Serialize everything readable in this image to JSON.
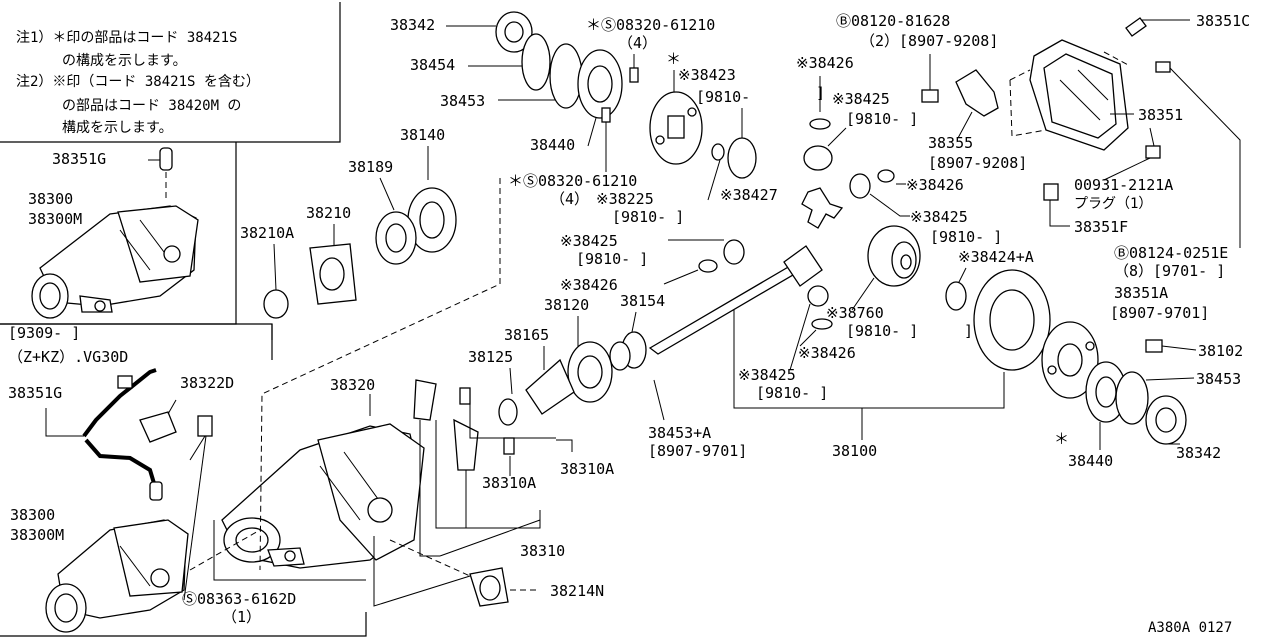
{
  "notes": [
    "注1）＊印の部品はコード 38421S",
    "の構成を示します。",
    "注2）※印（コード 38421S を含む）",
    "の部品はコード 38420M の",
    "構成を示します。"
  ],
  "parts": {
    "p38342_top": "38342",
    "p38454": "38454",
    "p38453_top": "38453",
    "p38440_top": "38440",
    "p08320_top": "＊Ⓢ08320-61210",
    "p08320_top_qty": "（4）",
    "p38423": "※38423",
    "p38423_date": "[9810-",
    "p08320_mid": "＊Ⓢ08320-61210",
    "p08320_mid_qty": "（4）",
    "p38225": "※38225",
    "p38225_date": "[9810-     ]",
    "p38427": "※38427",
    "p08120": "Ⓑ08120-81628",
    "p08120_qty": "（2）[8907-9208]",
    "p38426_top": "※38426",
    "p38425_top": "※38425",
    "p38425_top_date": "[9810-      ]",
    "p38355": "38355",
    "p38355_date": "[8907-9208]",
    "p38351C": "38351C",
    "p38351": "38351",
    "p00931": "00931-2121A",
    "p00931_sub": "プラグ（1）",
    "p38351F": "38351F",
    "p38426_r": "※38426",
    "p38425_r": "※38425",
    "p38425_r_date": "[9810-      ]",
    "p38424": "※38424+A",
    "p08124": "Ⓑ08124-0251E",
    "p08124_qty": "（8）[9701-      ]",
    "p38351A": "38351A",
    "p38351A_date": "[8907-9701]",
    "p38140": "38140",
    "p38189": "38189",
    "p38210": "38210",
    "p38210A": "38210A",
    "p38425_m": "※38425",
    "p38425_m_date": "[9810-     ]",
    "p38426_m": "※38426",
    "p38120": "38120",
    "p38154": "38154",
    "p38165": "38165",
    "p38125": "38125",
    "p38760": "※38760",
    "p38760_date": "[9810-     ]",
    "p38426_b": "※38426",
    "p38425_b": "※38425",
    "p38425_b_date": "[9810-     ]",
    "p38453A": "38453+A",
    "p38453A_date": "[8907-9701]",
    "p38100": "38100",
    "p38102": "38102",
    "p38453_r": "38453",
    "p38440_r": "38440",
    "p38342_r": "38342",
    "p38440_star": "＊",
    "p38423_star": "＊",
    "p38351G_top": "38351G",
    "p38300_top": "38300",
    "p38300M_top": "38300M",
    "variant_date": "[9309-      ]",
    "variant_model": "（Z+KZ）.VG30D",
    "p38351G_b": "38351G",
    "p38322D": "38322D",
    "p38300_b": "38300",
    "p38300M_b": "38300M",
    "p38320": "38320",
    "p38310A_1": "38310A",
    "p38310A_2": "38310A",
    "p38310": "38310",
    "p08363": "Ⓢ08363-6162D",
    "p08363_qty": "（1）",
    "p38214N": "38214N",
    "ref_code": "A380A 0127"
  }
}
